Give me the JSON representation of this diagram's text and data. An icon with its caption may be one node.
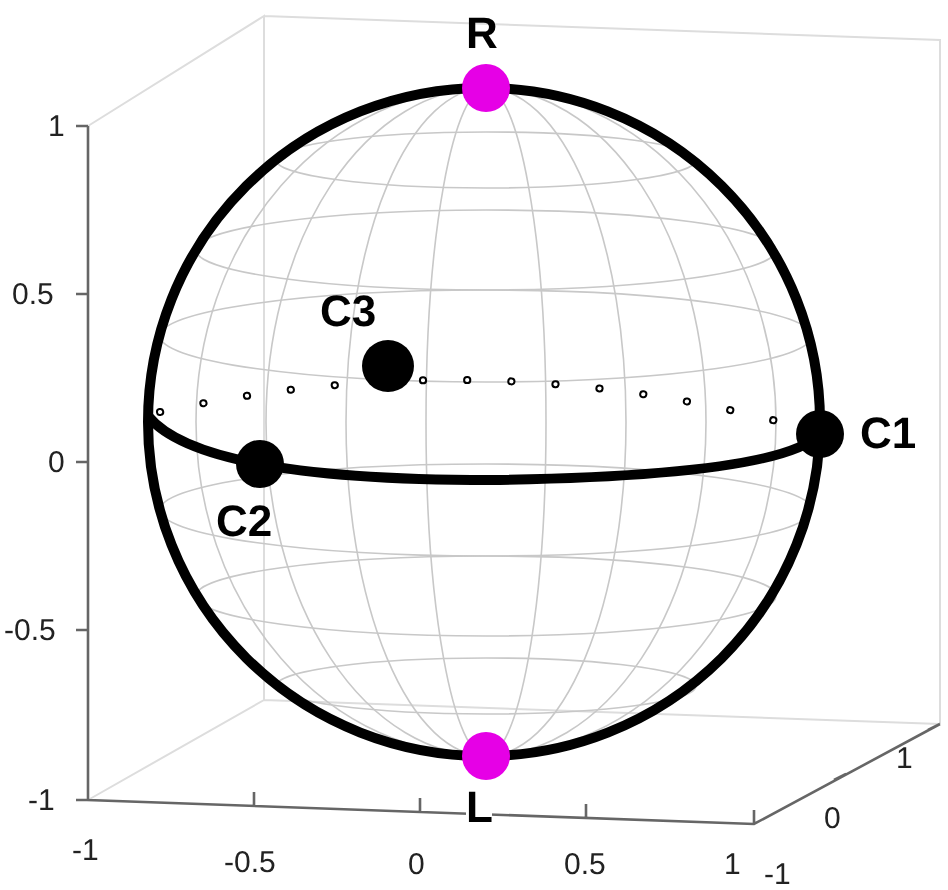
{
  "diagram": {
    "labels": [
      "R",
      "1",
      "0.5",
      "C3",
      "0",
      "C1",
      "C2",
      "-0.5",
      "L",
      "-1",
      "1",
      "0",
      "-1",
      "-0.5",
      "0",
      "0.5",
      "-1",
      "1"
    ]
  }
}
